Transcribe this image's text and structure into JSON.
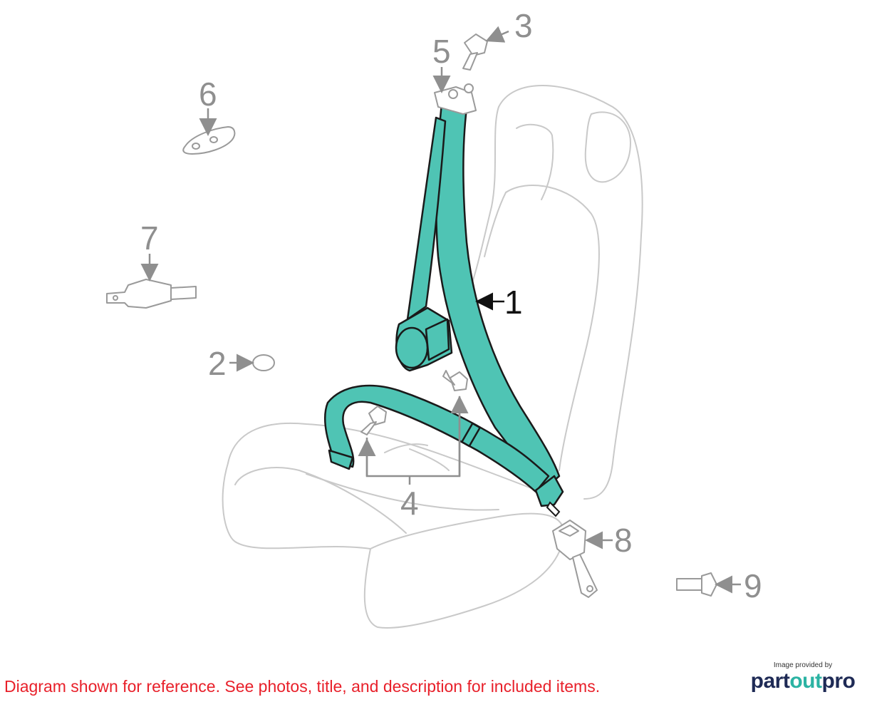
{
  "callouts": {
    "c1": "1",
    "c2": "2",
    "c3": "3",
    "c4": "4",
    "c5": "5",
    "c6": "6",
    "c7": "7",
    "c8": "8",
    "c9": "9"
  },
  "disclaimer": "Diagram shown for reference. See photos, title, and description for included items.",
  "brand": {
    "caption": "Image provided by",
    "logo_part1": "part",
    "logo_part2": "out",
    "logo_part3": "pro"
  },
  "colors": {
    "belt": "#4fc4b4",
    "callout": "#8f8f8f",
    "disclaimer": "#e8202a",
    "brand_dark": "#1e2a55",
    "brand_accent": "#2bb3a3"
  }
}
